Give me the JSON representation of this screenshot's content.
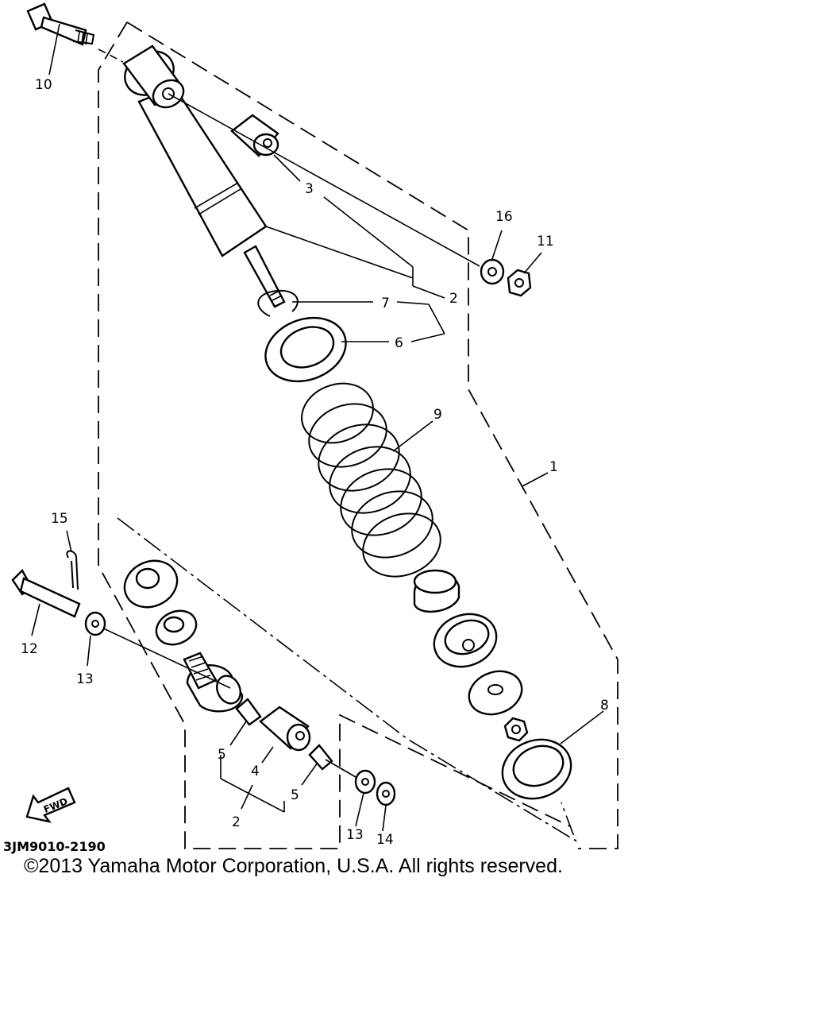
{
  "diagram": {
    "callouts": {
      "c1": "1",
      "c2_top": "2",
      "c2_bottom": "2",
      "c3": "3",
      "c4": "4",
      "c5_left": "5",
      "c5_right": "5",
      "c6": "6",
      "c7": "7",
      "c8": "8",
      "c9": "9",
      "c10": "10",
      "c11": "11",
      "c12": "12",
      "c13_left": "13",
      "c13_bottom": "13",
      "c14": "14",
      "c15": "15",
      "c16": "16"
    },
    "fwd_label": "FWD",
    "diagram_code": "3JM9010-2190"
  },
  "copyright": "©2013 Yamaha Motor Corporation, U.S.A. All rights reserved."
}
